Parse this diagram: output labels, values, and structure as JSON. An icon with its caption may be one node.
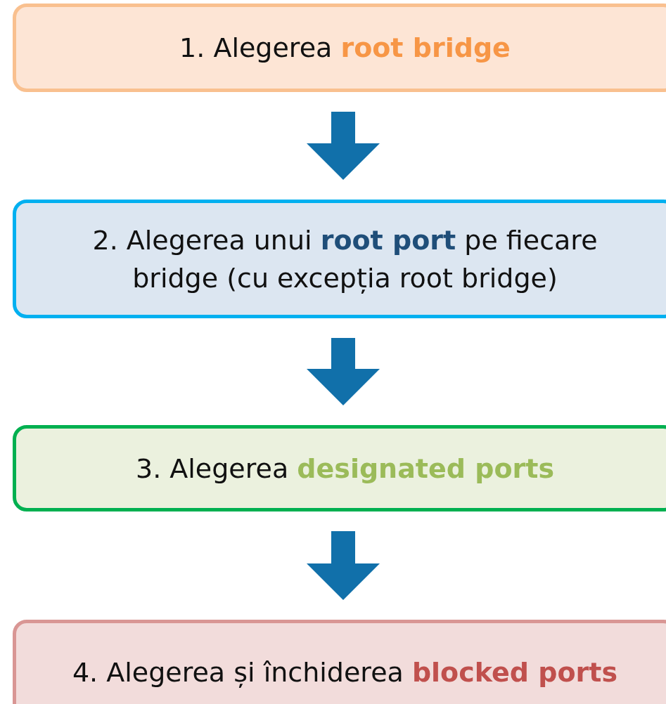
{
  "diagram": {
    "nodes": [
      {
        "text": [
          "1. Alegerea **root bridge**"
        ]
      },
      {
        "text": [
          "2. Alegerea unui **root port** pe fiecare bridge (cu excepția root bridge)"
        ]
      },
      {
        "text": [
          "3. Alegerea **designated ports**"
        ]
      },
      {
        "text": [
          "4. Alegerea și închiderea **blocked ports**"
        ]
      }
    ],
    "edges": [
      {
        "from": 0,
        "to": 1,
        "arrow": "to"
      },
      {
        "from": 1,
        "to": 2,
        "arrow": "to"
      },
      {
        "from": 2,
        "to": 3,
        "arrow": "to"
      }
    ]
  }
}
